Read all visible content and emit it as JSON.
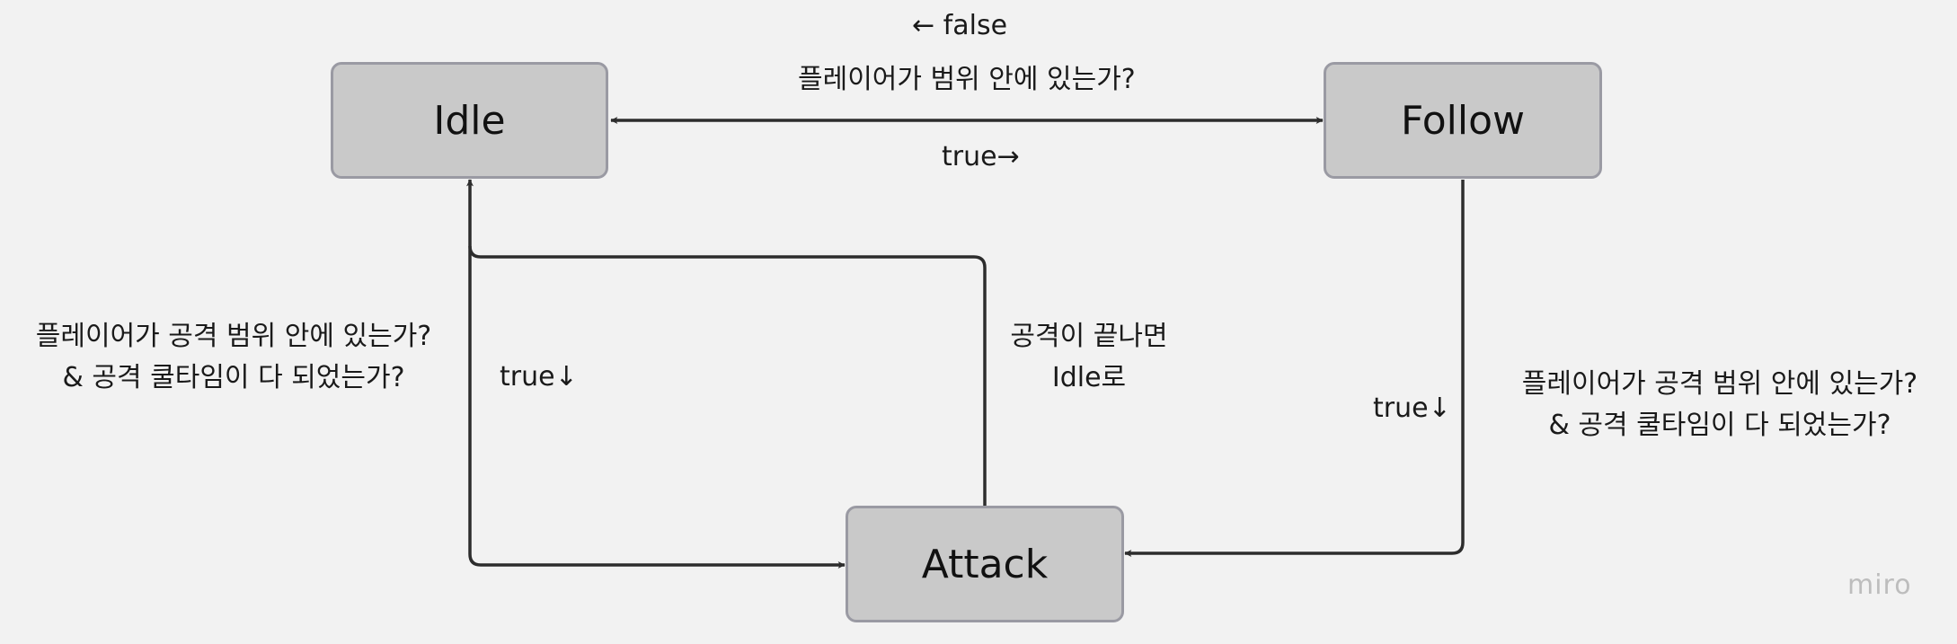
{
  "nodes": {
    "idle": "Idle",
    "follow": "Follow",
    "attack": "Attack"
  },
  "edges": {
    "idle_follow": {
      "false_label": "← false",
      "condition": "플레이어가 범위 안에 있는가?",
      "true_label": "true→"
    },
    "idle_attack": {
      "condition_line1": "플레이어가 공격 범위 안에 있는가?",
      "condition_line2": "& 공격 쿨타임이 다 되었는가?",
      "true_label": "true↓"
    },
    "attack_idle": {
      "line1": "공격이 끝나면",
      "line2": "Idle로"
    },
    "follow_attack": {
      "true_label": "true↓",
      "condition_line1": "플레이어가 공격 범위 안에 있는가?",
      "condition_line2": "& 공격 쿨타임이 다 되었는가?"
    }
  },
  "watermark": "miro"
}
